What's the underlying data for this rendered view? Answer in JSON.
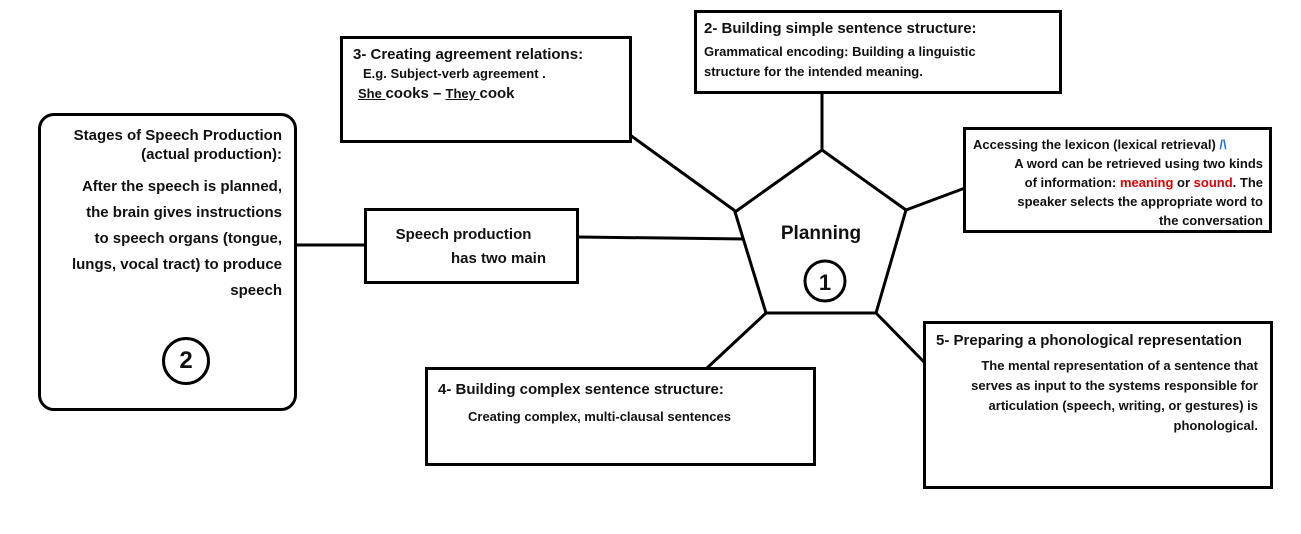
{
  "stages_box": {
    "title": "Stages of Speech Production",
    "subtitle": "(actual production):",
    "lines": [
      "After the speech is planned,",
      "the brain gives instructions",
      "to speech organs (tongue,",
      "lungs, vocal tract) to produce",
      "speech"
    ],
    "badge": "2"
  },
  "center_box": {
    "line1": "Speech production",
    "line2": "has two main"
  },
  "planning": {
    "label": "Planning",
    "badge": "1"
  },
  "agreement": {
    "title": "3- Creating agreement relations:",
    "example": "E.g. Subject-verb agreement .",
    "pronoun1": "She ",
    "verb1": "cooks",
    "dash": " – ",
    "pronoun2": "They ",
    "verb2": "cook"
  },
  "simple": {
    "title": "2- Building simple sentence structure:",
    "line1": "Grammatical encoding: Building a linguistic",
    "line2": "structure for the intended meaning."
  },
  "lexicon": {
    "title": "Accessing the lexicon (lexical retrieval)",
    "title_marker": "/\\",
    "line1": "A word can be retrieved using two kinds",
    "line2_pre": "of information: ",
    "meaning": "meaning",
    "or": " or ",
    "sound": "sound",
    "line2_post": ". The",
    "line3": "speaker selects the appropriate word to",
    "line4": "the conversation",
    "colors": {
      "highlight": "#e00000",
      "marker": "#1e6fd0"
    }
  },
  "complex": {
    "title": "4- Building complex sentence structure:",
    "line1": "Creating complex, multi-clausal sentences"
  },
  "phonological": {
    "title": "5- Preparing a phonological representation",
    "lines": [
      "The mental representation of a sentence that",
      "serves as input to the systems responsible for",
      "articulation (speech, writing, or gestures) is",
      "phonological."
    ]
  }
}
